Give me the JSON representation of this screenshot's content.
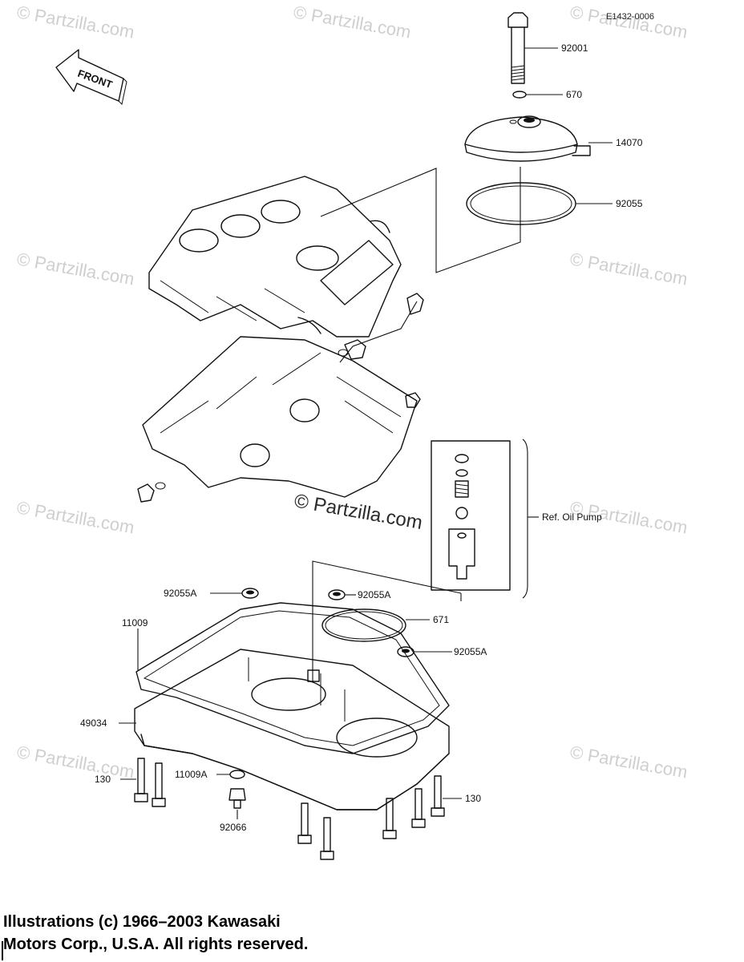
{
  "diagram_code": "E1432-0006",
  "front_label": "FRONT",
  "watermark": "© Partzilla.com",
  "parts": {
    "p92001": "92001",
    "p670": "670",
    "p14070": "14070",
    "p92055": "92055",
    "ref_oil_pump": "Ref. Oil Pump",
    "p92055A_left": "92055A",
    "p92055A_mid": "92055A",
    "p92055A_right": "92055A",
    "p671": "671",
    "p11009": "11009",
    "p49034": "49034",
    "p11009A": "11009A",
    "p130_left": "130",
    "p130_right": "130",
    "p92066": "92066"
  },
  "copyright": {
    "line1": "Illustrations (c) 1966–2003 Kawasaki",
    "line2": "Motors Corp., U.S.A.  All rights reserved."
  }
}
